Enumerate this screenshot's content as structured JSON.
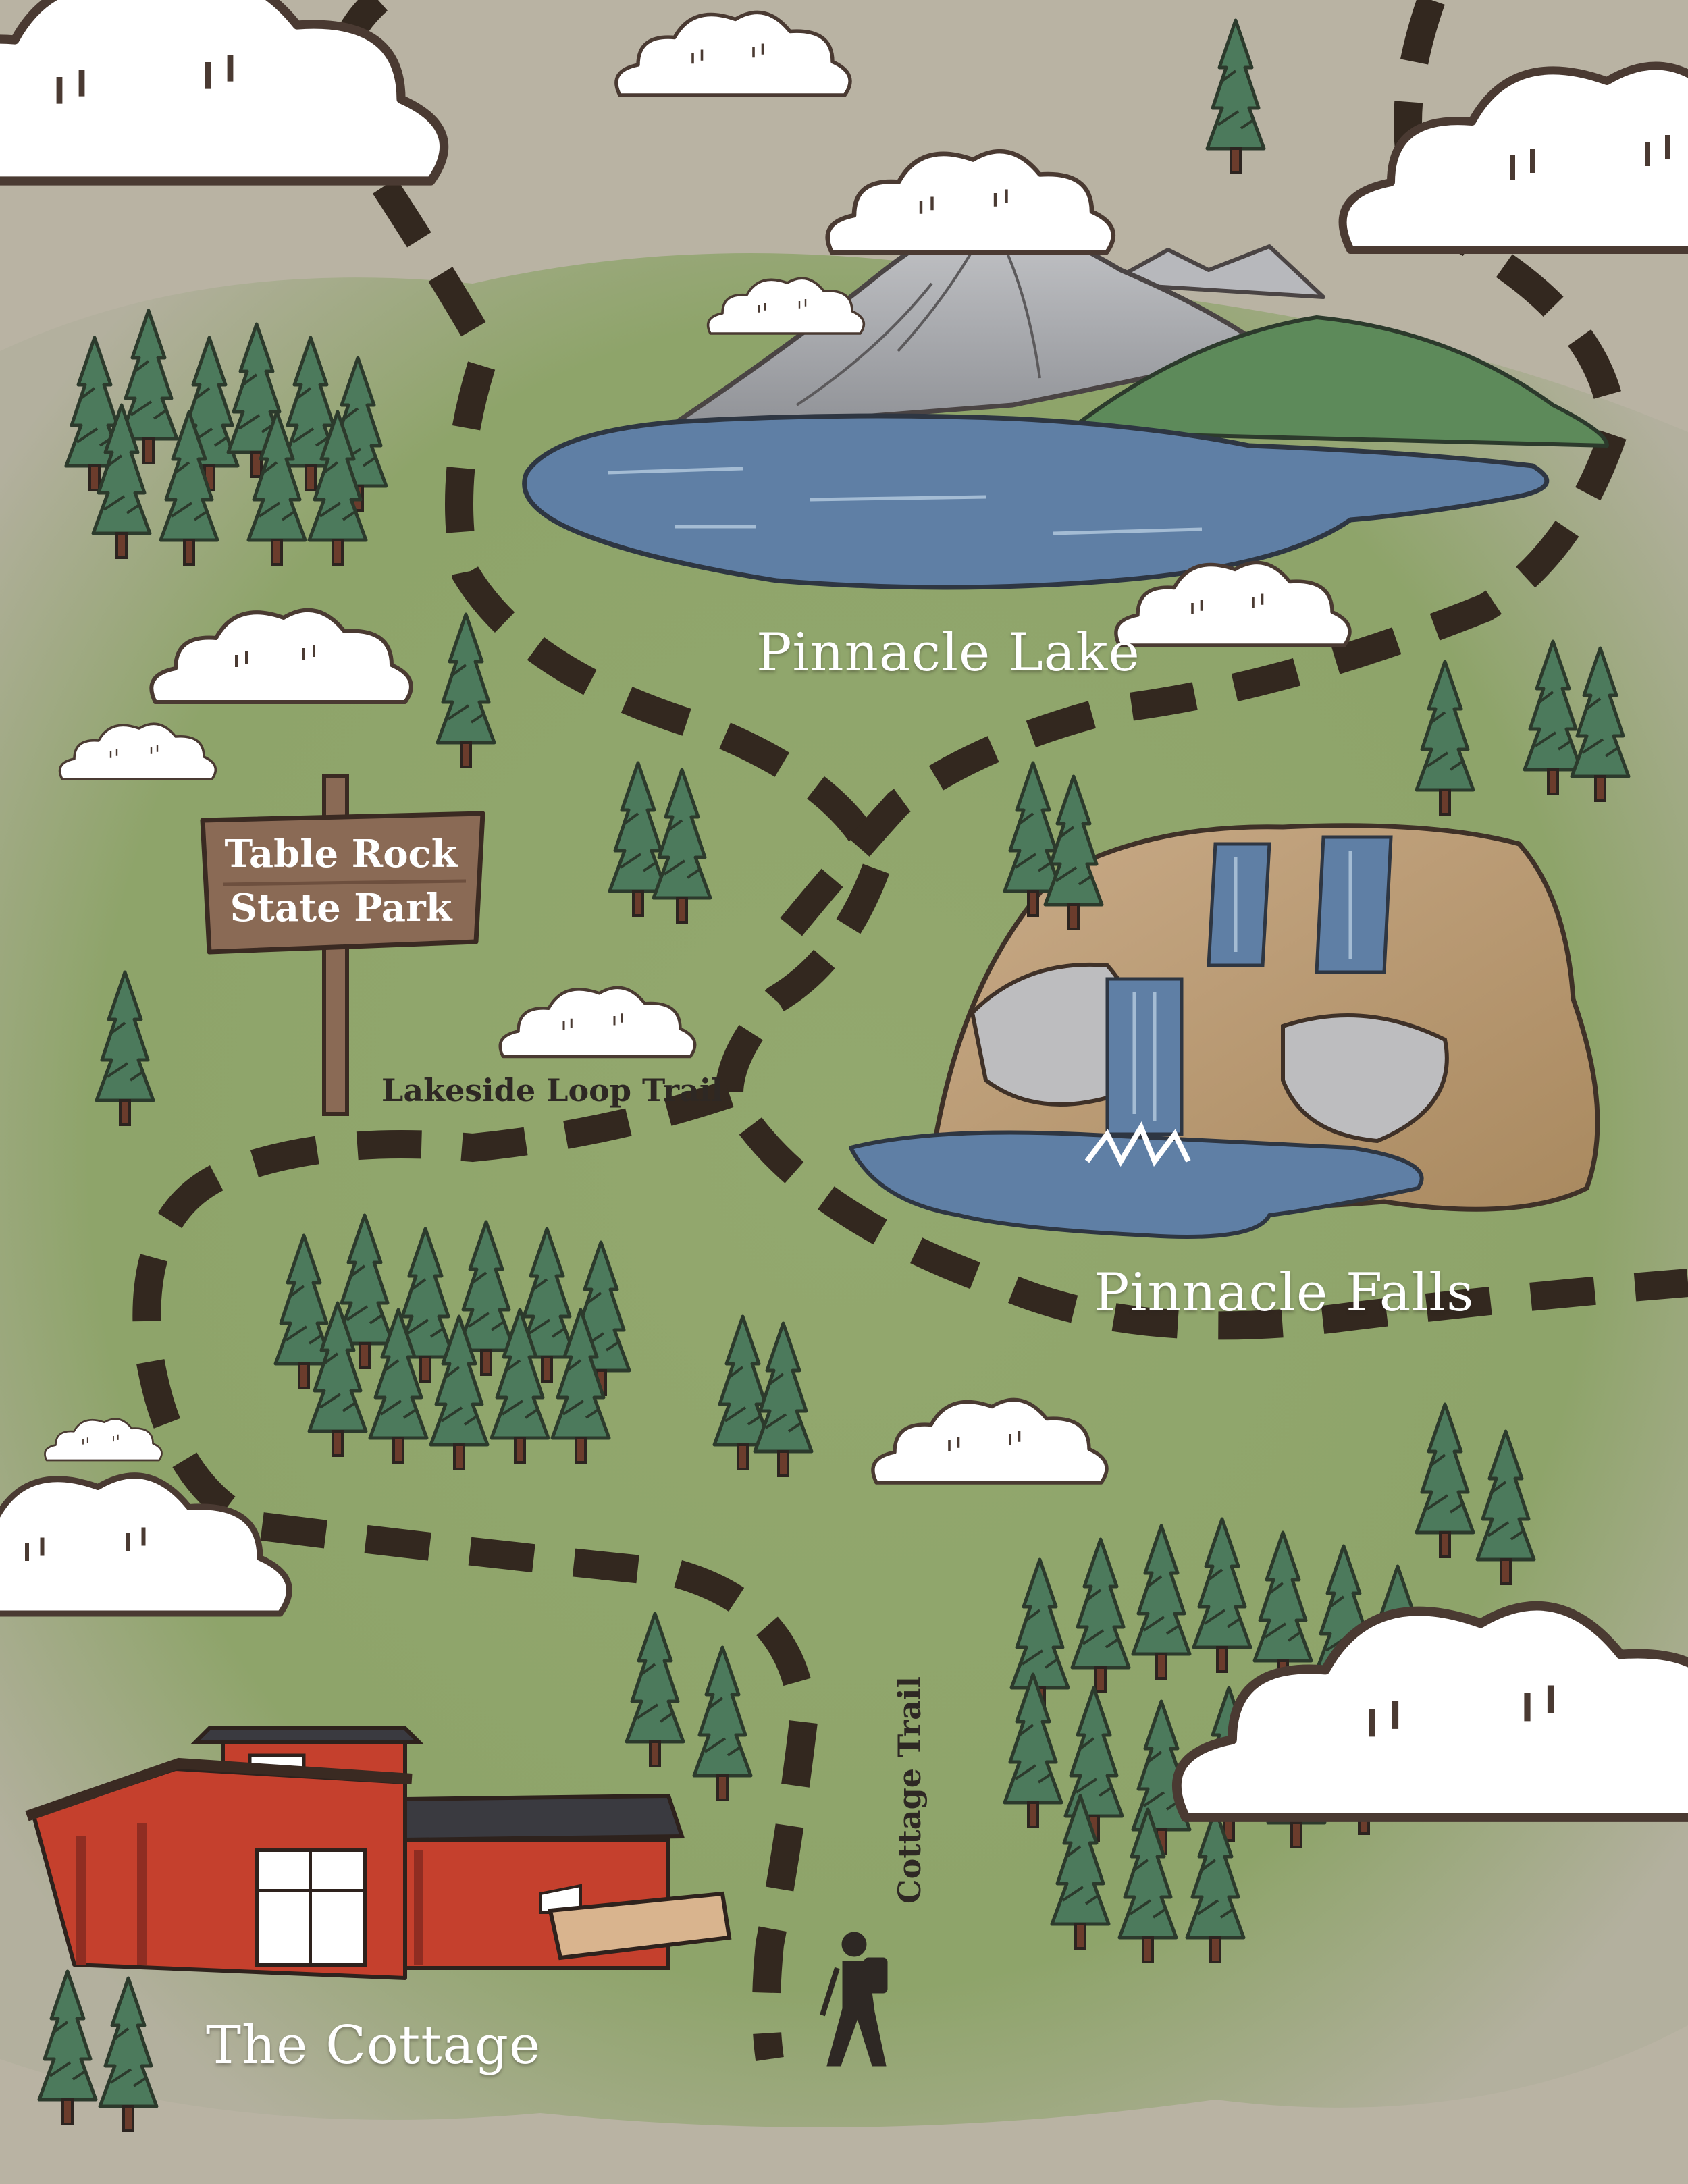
{
  "map": {
    "park_sign": {
      "line1": "Table Rock",
      "line2": "State Park"
    },
    "places": {
      "lake": "Pinnacle Lake",
      "falls": "Pinnacle Falls",
      "cottage": "The Cottage"
    },
    "trails": {
      "loop": "Lakeside Loop Trail",
      "cottage": "Cottage Trail"
    },
    "icons": [
      "mountain-icon",
      "lake-icon",
      "waterfall-icon",
      "cottage-icon",
      "hiker-icon",
      "tree-icon",
      "cloud-icon",
      "signpost-icon"
    ],
    "colors": {
      "meadow": "#8fa56a",
      "border": "#b9b3a3",
      "trail": "#33281f",
      "water": "#5f7fa5",
      "tree": "#4c7a5c",
      "mountain": "#a7a8ab",
      "cottage": "#c5402d",
      "sign": "#8a6a55"
    }
  }
}
